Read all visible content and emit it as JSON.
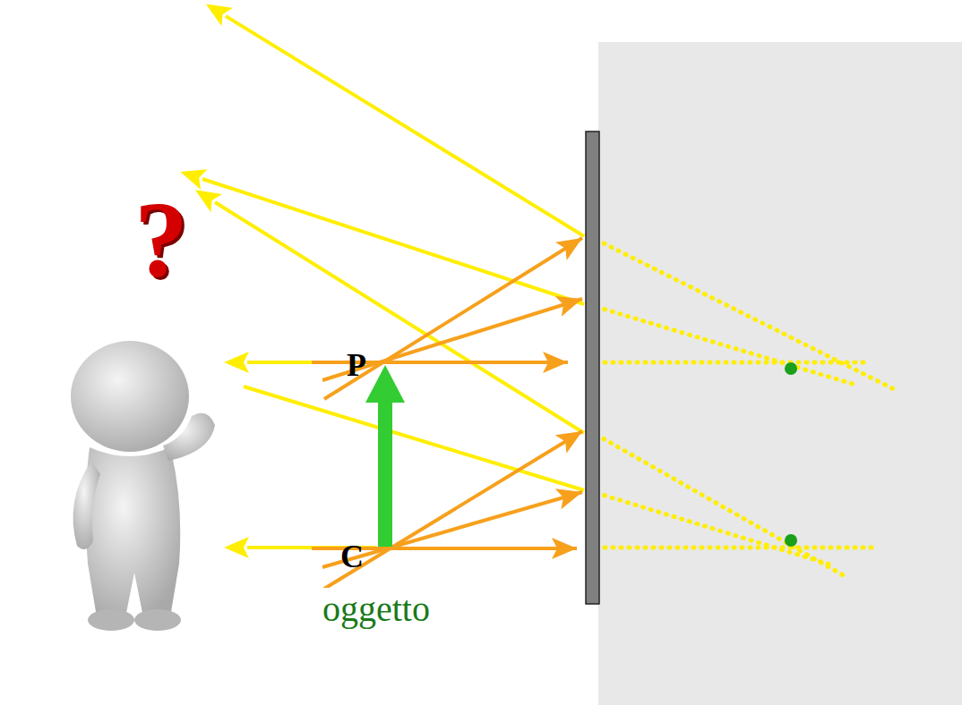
{
  "diagram": {
    "labels": [
      "?",
      "P",
      "C",
      "oggetto"
    ]
  }
}
